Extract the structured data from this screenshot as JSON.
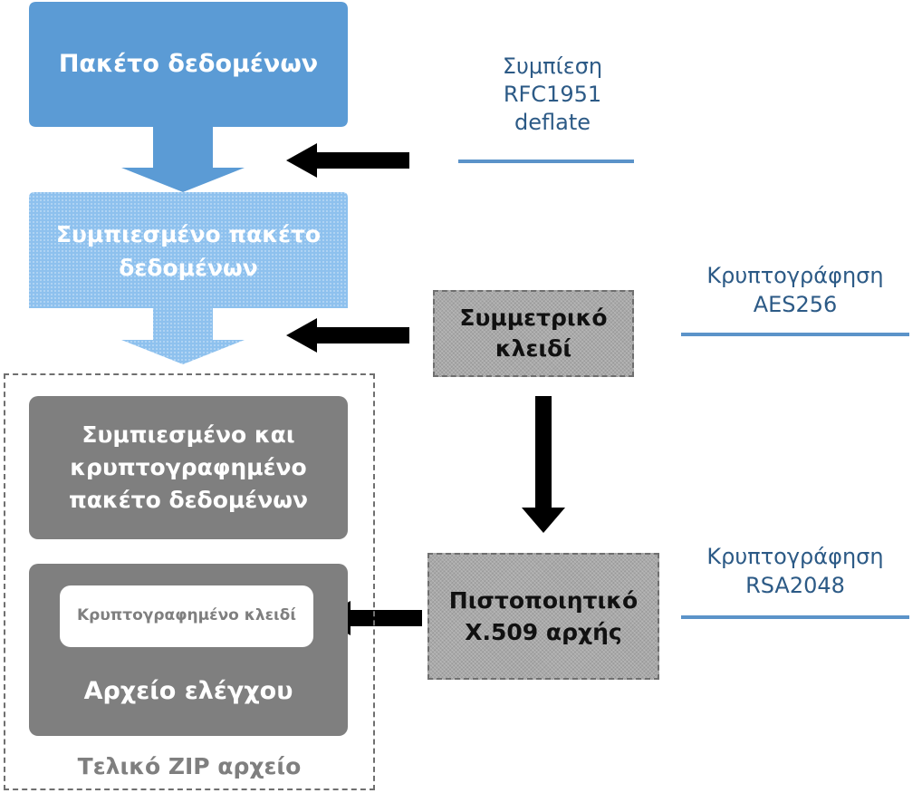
{
  "diagram": {
    "data_packet": "Πακέτο δεδομένων",
    "compressed_packet": "Συμπιεσμένο πακέτο δεδομένων",
    "compression": {
      "line1": "Συμπίεση",
      "line2": "RFC1951",
      "line3": "deflate"
    },
    "symmetric_key": "Συμμετρικό κλειδί",
    "aes": {
      "line1": "Κρυπτογράφηση",
      "line2": "AES256"
    },
    "encrypted_packet": "Συμπιεσμένο και κρυπτογραφημένο πακέτο δεδομένων",
    "encrypted_key": "Κρυπτογραφημένο κλειδί",
    "control_file": "Αρχείο ελέγχου",
    "final_zip": "Τελικό ZIP αρχείο",
    "certificate": "Πιστοποιητικό X.509 αρχής",
    "rsa": {
      "line1": "Κρυπτογράφηση",
      "line2": "RSA2048"
    }
  },
  "colors": {
    "blue": "#5b9bd5",
    "light_blue": "#8fc0ec",
    "dark_gray": "#7f7f7f",
    "hatch_gray": "#a9a9a9",
    "text_blue": "#2c5a86",
    "arrow": "#000000"
  }
}
